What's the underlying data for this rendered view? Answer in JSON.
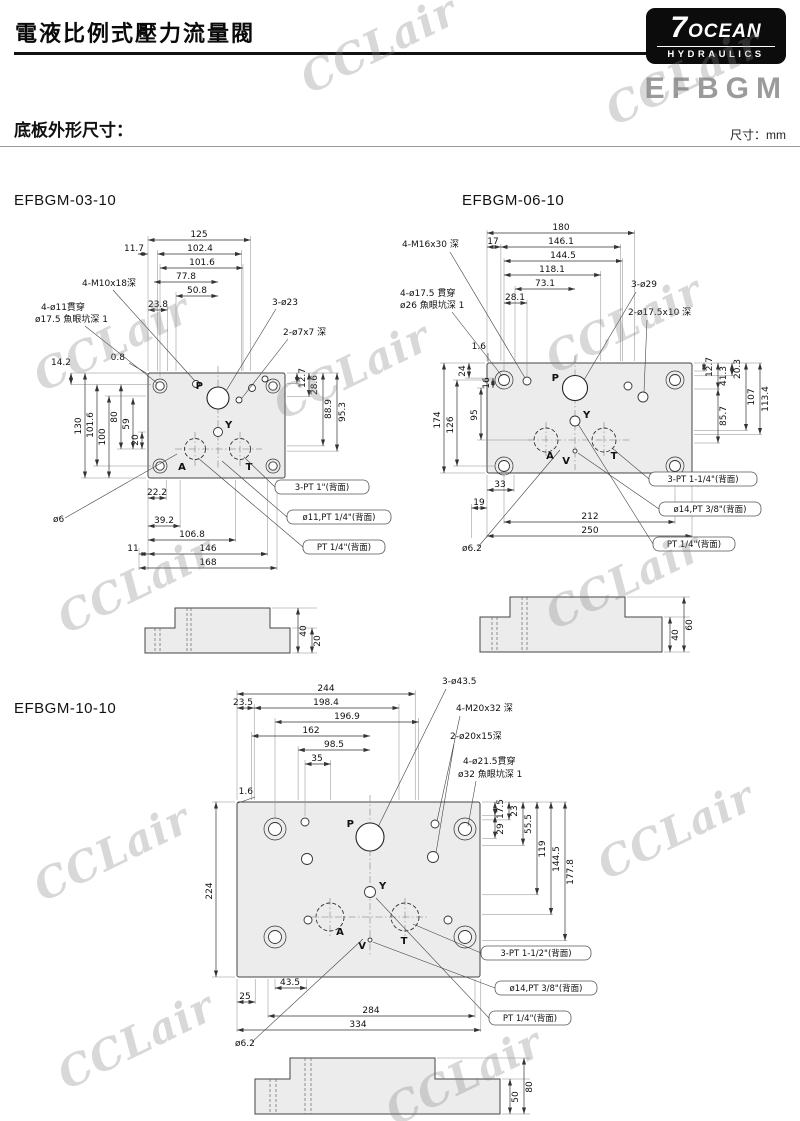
{
  "header": {
    "title": "電液比例式壓力流量閥",
    "logo_seven": "7",
    "logo_main": "OCEAN",
    "logo_sub": "HYDRAULICS",
    "model": "EFBGM"
  },
  "section": {
    "title": "底板外形尺寸：",
    "unit": "尺寸：mm"
  },
  "watermark": "CCLair",
  "d03": {
    "title": "EFBGM-03-10",
    "ports": {
      "p": "P",
      "y": "Y",
      "a": "A",
      "t": "T"
    },
    "top": [
      "125",
      "11.7",
      "102.4",
      "101.6",
      "77.8",
      "50.8",
      "23.8",
      "0.8"
    ],
    "left": [
      "14.2",
      "130",
      "101.6",
      "100",
      "80",
      "59",
      "20"
    ],
    "right": [
      "12.7",
      "28.6",
      "88.9",
      "95.3"
    ],
    "bottom": [
      "22.2",
      "39.2",
      "106.8",
      "11",
      "146",
      "168"
    ],
    "callouts": [
      "4-M10x18深",
      "4-ø11貫穿",
      "ø17.5 魚眼坑深 1",
      "3-ø23",
      "2-ø7x7 深",
      "ø6"
    ],
    "boxes": [
      "3-PT 1\"(背面)",
      "ø11,PT 1/4\"(背面)",
      "PT 1/4\"(背面)"
    ],
    "side": [
      "40",
      "20"
    ]
  },
  "d06": {
    "title": "EFBGM-06-10",
    "ports": {
      "p": "P",
      "y": "Y",
      "a": "A",
      "t": "T",
      "v": "V"
    },
    "top": [
      "180",
      "17",
      "146.1",
      "144.5",
      "118.1",
      "73.1",
      "28.1",
      "1.6"
    ],
    "left": [
      "174",
      "126",
      "24",
      "95",
      "16"
    ],
    "right": [
      "12.7",
      "41.3",
      "20.3",
      "85.7",
      "107",
      "113.4"
    ],
    "bottom": [
      "33",
      "19",
      "212",
      "250"
    ],
    "callouts": [
      "4-M16x30 深",
      "4-ø17.5 貫穿",
      "ø26 魚眼坑深 1",
      "3-ø29",
      "2-ø17.5x10 深",
      "ø6.2"
    ],
    "boxes": [
      "3-PT 1-1/4\"(背面)",
      "ø14,PT 3/8\"(背面)",
      "PT 1/4\"(背面)"
    ],
    "side": [
      "60",
      "40"
    ]
  },
  "d10": {
    "title": "EFBGM-10-10",
    "ports": {
      "p": "P",
      "y": "Y",
      "a": "A",
      "t": "T",
      "v": "V"
    },
    "top": [
      "244",
      "23.5",
      "198.4",
      "196.9",
      "162",
      "98.5",
      "35",
      "1.6"
    ],
    "left": [
      "224"
    ],
    "right": [
      "17.5",
      "29",
      "23",
      "55.5",
      "119",
      "144.5",
      "177.8"
    ],
    "bottom": [
      "43.5",
      "25",
      "284",
      "334"
    ],
    "callouts": [
      "3-ø43.5",
      "4-M20x32 深",
      "2-ø20x15深",
      "4-ø21.5貫穿",
      "ø32 魚眼坑深 1",
      "ø6.2"
    ],
    "boxes": [
      "3-PT 1-1/2\"(背面)",
      "ø14,PT 3/8\"(背面)",
      "PT 1/4\"(背面)"
    ],
    "side": [
      "80",
      "50"
    ]
  }
}
